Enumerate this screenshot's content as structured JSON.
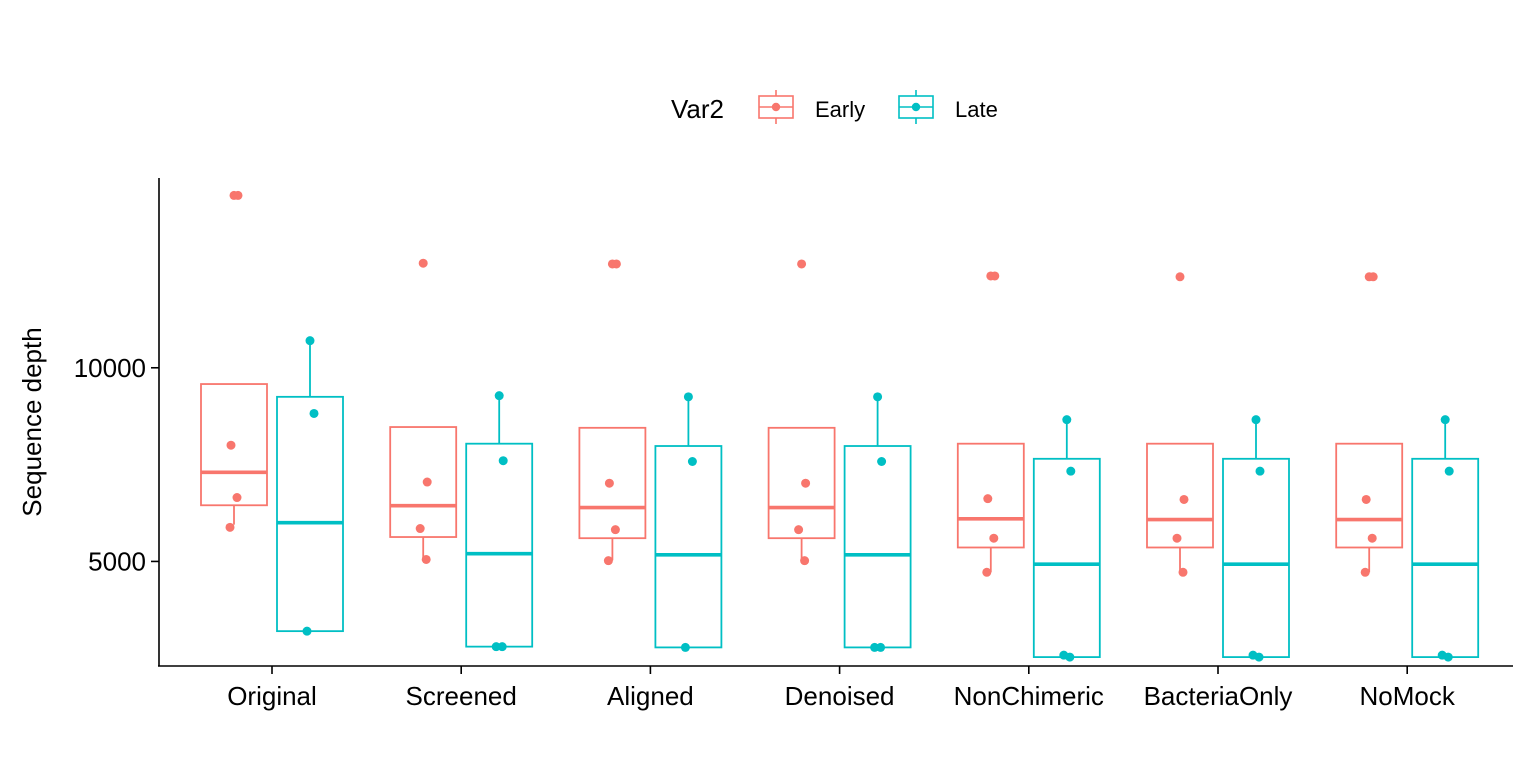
{
  "chart_data": {
    "type": "boxplot",
    "title": "",
    "xlabel": "",
    "ylabel": "Sequence depth",
    "ylim": [
      2300,
      14900
    ],
    "yticks": [
      5000,
      10000
    ],
    "ytick_labels": [
      "5000",
      "10000"
    ],
    "grid": false,
    "legend": {
      "title": "Var2",
      "position": "top",
      "entries": [
        "Early",
        "Late"
      ]
    },
    "colors": {
      "Early": "#F8766D",
      "Late": "#00BFC4"
    },
    "categories": [
      "Original",
      "Screened",
      "Aligned",
      "Denoised",
      "NonChimeric",
      "BacteriaOnly",
      "NoMock"
    ],
    "series": [
      {
        "name": "Early",
        "color": "#F8766D",
        "boxes": [
          {
            "q1": 6450,
            "median": 7300,
            "q3": 9580,
            "wlow": 5950,
            "whigh": 9580
          },
          {
            "q1": 5630,
            "median": 6440,
            "q3": 8470,
            "wlow": 5080,
            "whigh": 8470
          },
          {
            "q1": 5600,
            "median": 6390,
            "q3": 8450,
            "wlow": 5030,
            "whigh": 8450
          },
          {
            "q1": 5600,
            "median": 6390,
            "q3": 8450,
            "wlow": 5030,
            "whigh": 8450
          },
          {
            "q1": 5360,
            "median": 6100,
            "q3": 8040,
            "wlow": 4720,
            "whigh": 8040
          },
          {
            "q1": 5360,
            "median": 6080,
            "q3": 8040,
            "wlow": 4720,
            "whigh": 8040
          },
          {
            "q1": 5360,
            "median": 6080,
            "q3": 8040,
            "wlow": 4720,
            "whigh": 8040
          }
        ],
        "points": [
          [
            14450,
            14450,
            8000,
            6650,
            5880
          ],
          [
            12700,
            7050,
            5850,
            5050
          ],
          [
            12680,
            12680,
            7020,
            5820,
            5020
          ],
          [
            12680,
            7020,
            5820,
            5020
          ],
          [
            12370,
            12370,
            6620,
            5600,
            4720
          ],
          [
            12350,
            6600,
            5600,
            4720
          ],
          [
            12350,
            12350,
            6600,
            5600,
            4720
          ]
        ]
      },
      {
        "name": "Late",
        "color": "#00BFC4",
        "boxes": [
          {
            "q1": 3200,
            "median": 6000,
            "q3": 9250,
            "wlow": 3200,
            "whigh": 10700
          },
          {
            "q1": 2800,
            "median": 5200,
            "q3": 8040,
            "wlow": 2800,
            "whigh": 9280
          },
          {
            "q1": 2780,
            "median": 5170,
            "q3": 7980,
            "wlow": 2780,
            "whigh": 9250
          },
          {
            "q1": 2780,
            "median": 5170,
            "q3": 7980,
            "wlow": 2780,
            "whigh": 9250
          },
          {
            "q1": 2530,
            "median": 4930,
            "q3": 7650,
            "wlow": 2530,
            "whigh": 8660
          },
          {
            "q1": 2530,
            "median": 4930,
            "q3": 7650,
            "wlow": 2530,
            "whigh": 8660
          },
          {
            "q1": 2530,
            "median": 4930,
            "q3": 7650,
            "wlow": 2530,
            "whigh": 8660
          }
        ],
        "points": [
          [
            10700,
            8820,
            3200
          ],
          [
            9280,
            7600,
            2800,
            2800
          ],
          [
            9250,
            7580,
            2780
          ],
          [
            9250,
            7580,
            2780,
            2780
          ],
          [
            8660,
            7330,
            2580,
            2530
          ],
          [
            8660,
            7330,
            2580,
            2530
          ],
          [
            8660,
            7330,
            2580,
            2530
          ]
        ]
      }
    ]
  }
}
